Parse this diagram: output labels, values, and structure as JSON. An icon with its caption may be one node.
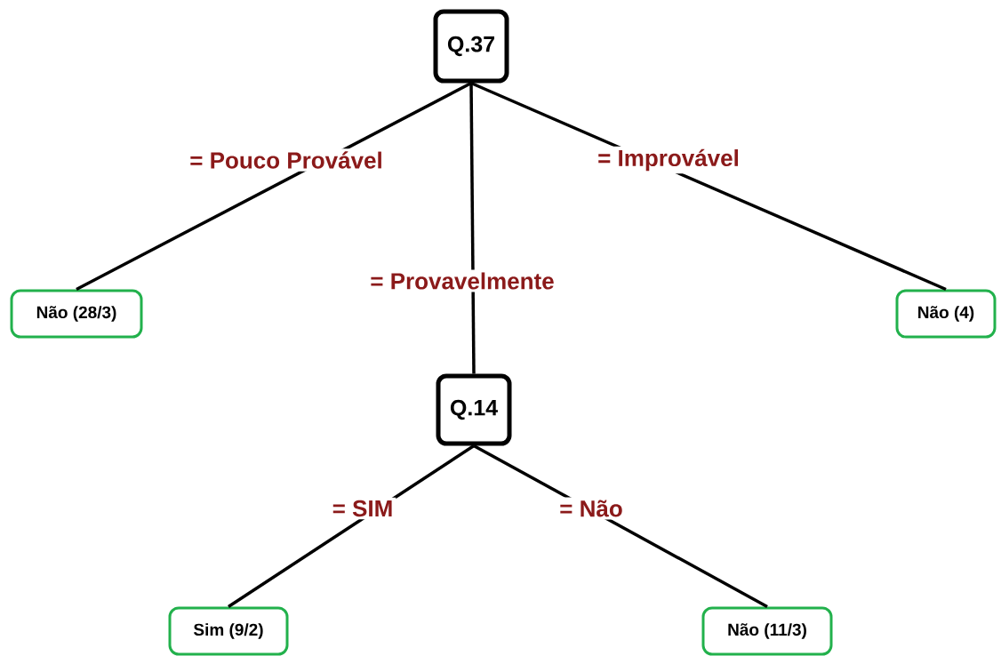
{
  "diagram": {
    "nodes": [
      {
        "text": [
          "Q.37"
        ]
      },
      {
        "text": [
          "Não (28/3)"
        ]
      },
      {
        "text": [
          "Não (4)"
        ]
      },
      {
        "text": [
          "Q.14"
        ]
      },
      {
        "text": [
          "Sim (9/2)"
        ]
      },
      {
        "text": [
          "Não (11/3)"
        ]
      }
    ],
    "edges": [
      {
        "from": 0,
        "to": 1,
        "arrow": "none",
        "label": "= Pouco Provável"
      },
      {
        "from": 0,
        "to": 3,
        "arrow": "none",
        "label": "= Provavelmente"
      },
      {
        "from": 0,
        "to": 2,
        "arrow": "none",
        "label": "= Improvável"
      },
      {
        "from": 3,
        "to": 4,
        "arrow": "none",
        "label": "= SIM"
      },
      {
        "from": 3,
        "to": 5,
        "arrow": "none",
        "label": "= Não"
      }
    ]
  }
}
